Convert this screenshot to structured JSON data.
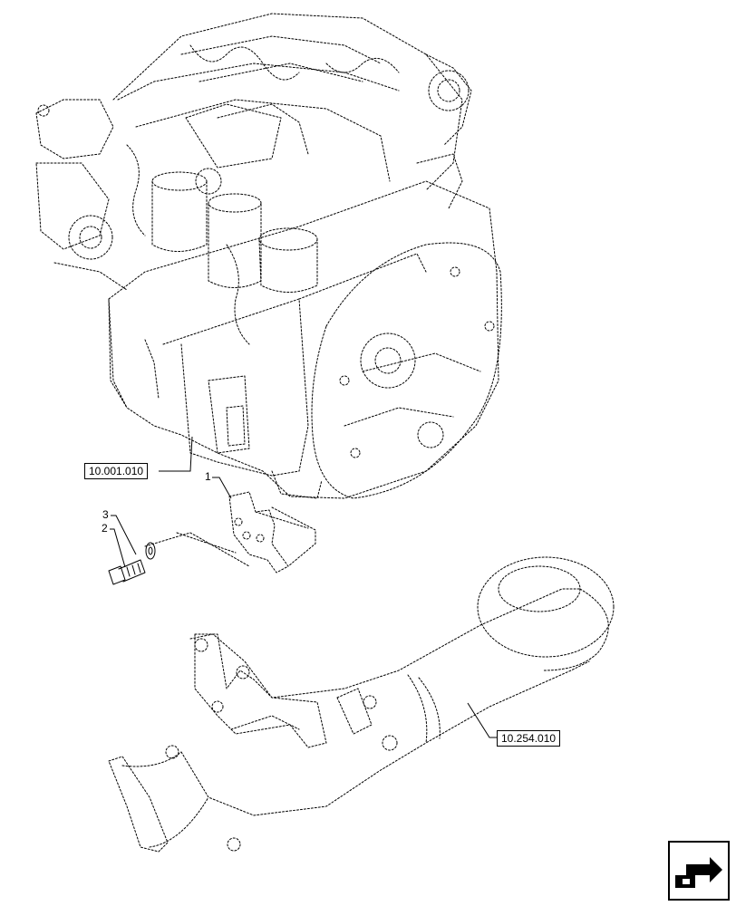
{
  "references": {
    "engine_assembly": "10.001.010",
    "exhaust_pipe": "10.254.010"
  },
  "callouts": {
    "bracket": "1",
    "bolt": "2",
    "washer": "3"
  },
  "nav_icon": "next-page-arrow-icon",
  "colors": {
    "line": "#000000",
    "background": "#ffffff"
  }
}
